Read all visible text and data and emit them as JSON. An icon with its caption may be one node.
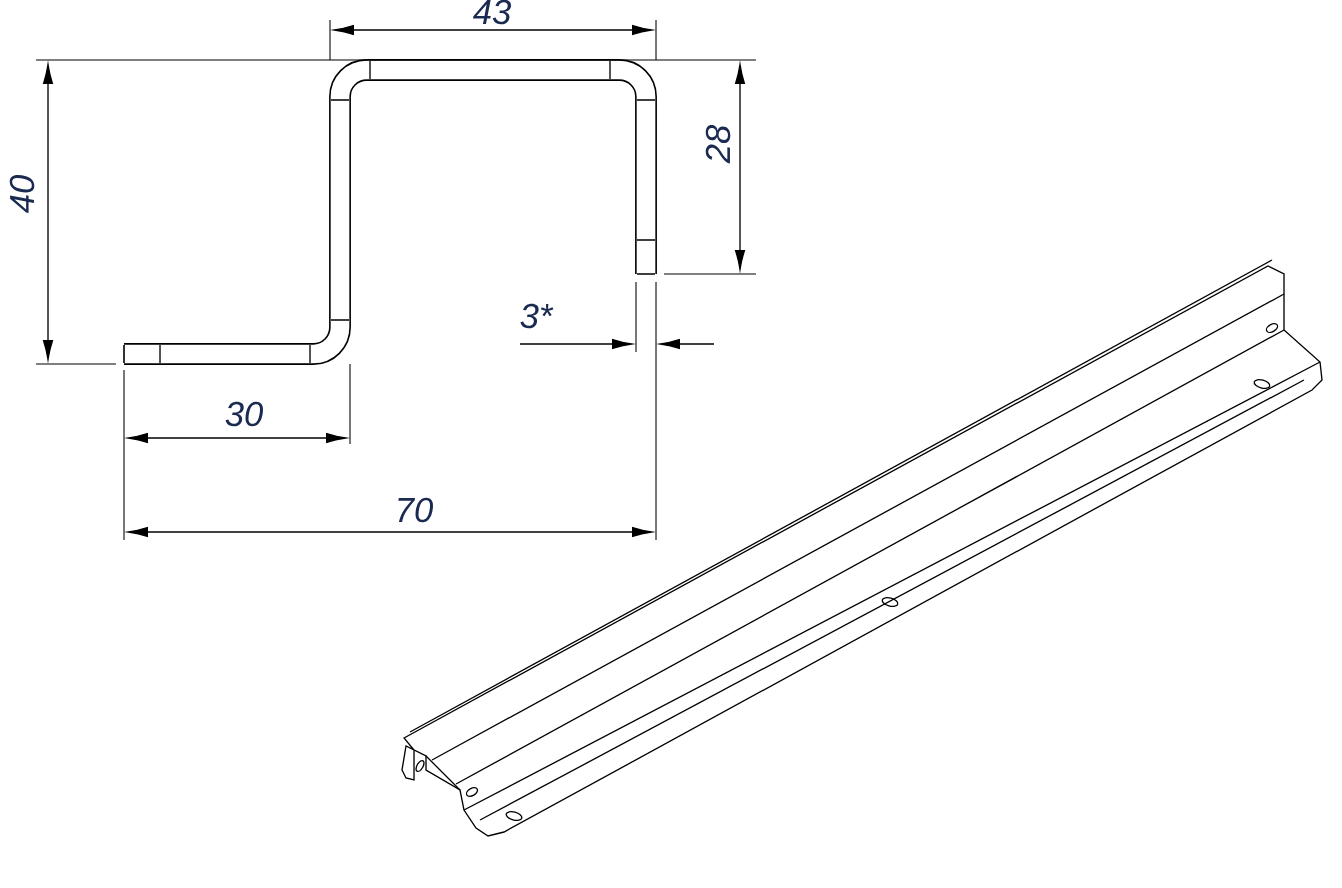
{
  "diagram": {
    "labels": [
      "43",
      "40",
      "28",
      "3*",
      "30",
      "70"
    ]
  }
}
